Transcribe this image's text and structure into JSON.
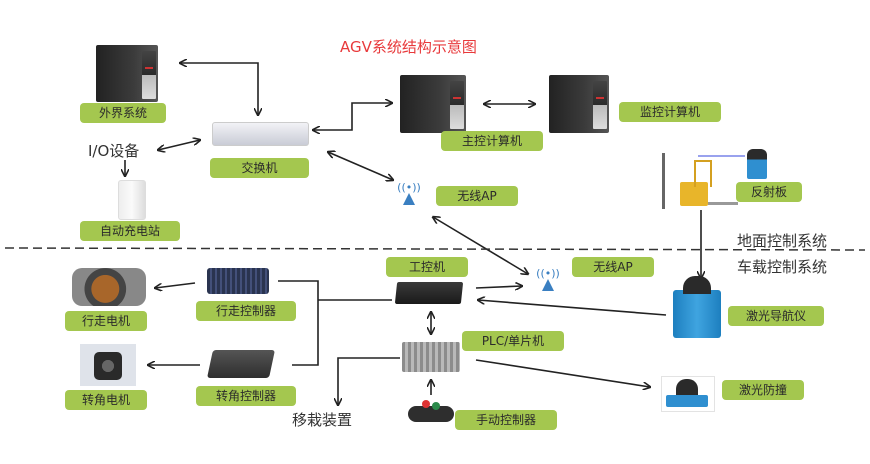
{
  "title": "AGV系统结构示意图",
  "title_color": "#e8393b",
  "label_bg_color": "#a4c74f",
  "sections": {
    "ground": "地面控制系统",
    "vehicle": "车载控制系统"
  },
  "ground_nodes": {
    "external_system": "外界系统",
    "switch": "交换机",
    "io_device": "I/O设备",
    "charging_station": "自动充电站",
    "main_computer": "主控计算机",
    "monitor_computer": "监控计算机",
    "wireless_ap_ground": "无线AP",
    "reflector": "反射板"
  },
  "vehicle_nodes": {
    "industrial_pc": "工控机",
    "wireless_ap_vehicle": "无线AP",
    "drive_motor": "行走电机",
    "drive_controller": "行走控制器",
    "steering_motor": "转角电机",
    "steering_controller": "转角控制器",
    "plc": "PLC/单片机",
    "transfer_device": "移栽装置",
    "manual_controller": "手动控制器",
    "laser_navigator": "激光导航仪",
    "laser_anticollision": "激光防撞"
  },
  "icons": {
    "computer": "computer-tower-icon",
    "switch": "network-switch-icon",
    "wireless": "wireless-ap-icon",
    "charger": "charging-station-icon",
    "forklift": "forklift-agv-icon",
    "lidar": "laser-scanner-icon",
    "motor": "motor-icon",
    "controller": "motor-controller-icon",
    "plc": "plc-icon",
    "joystick": "manual-controller-icon"
  }
}
